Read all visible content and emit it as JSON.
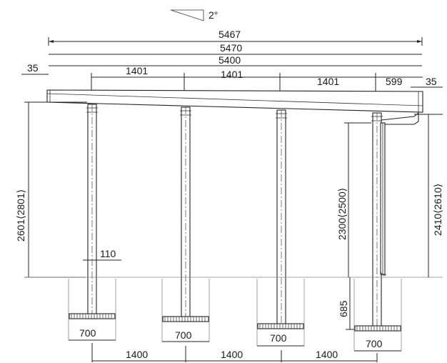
{
  "slope": {
    "label": "2°"
  },
  "dimensions": {
    "overall_1": "5467",
    "overall_2": "5470",
    "overall_3": "5400",
    "left_overhang": "35",
    "right_overhang": "35",
    "span_1": "1401",
    "span_2": "1401",
    "span_3": "1401",
    "end_span": "599",
    "left_height": "2601⟨2801⟩",
    "mid_height": "2300⟨2500⟩",
    "right_height": "2410⟨2610⟩",
    "post_width": "110",
    "embed_depth": "685",
    "footing_1": "700",
    "footing_2": "700",
    "footing_3": "700",
    "footing_4": "700",
    "base_1": "1400",
    "base_2": "1400",
    "base_3": "1400"
  }
}
